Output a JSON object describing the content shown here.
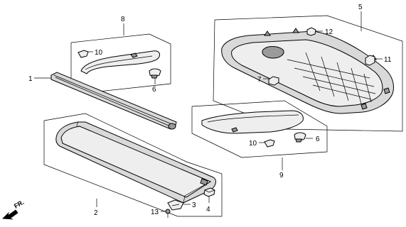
{
  "callouts": {
    "c1": "1",
    "c2": "2",
    "c3": "3",
    "c4": "4",
    "c5": "5",
    "c6a": "6",
    "c6b": "6",
    "c7": "7",
    "c8": "8",
    "c9": "9",
    "c10a": "10",
    "c10b": "10",
    "c11": "11",
    "c12": "12",
    "c13": "13"
  },
  "direction_marker": {
    "label": "FR.",
    "icon": "front-direction-arrow-icon"
  },
  "colors": {
    "line": "#000000",
    "part_fill": "#d9d9d9",
    "part_dark": "#9a9a9a",
    "background": "#ffffff"
  }
}
